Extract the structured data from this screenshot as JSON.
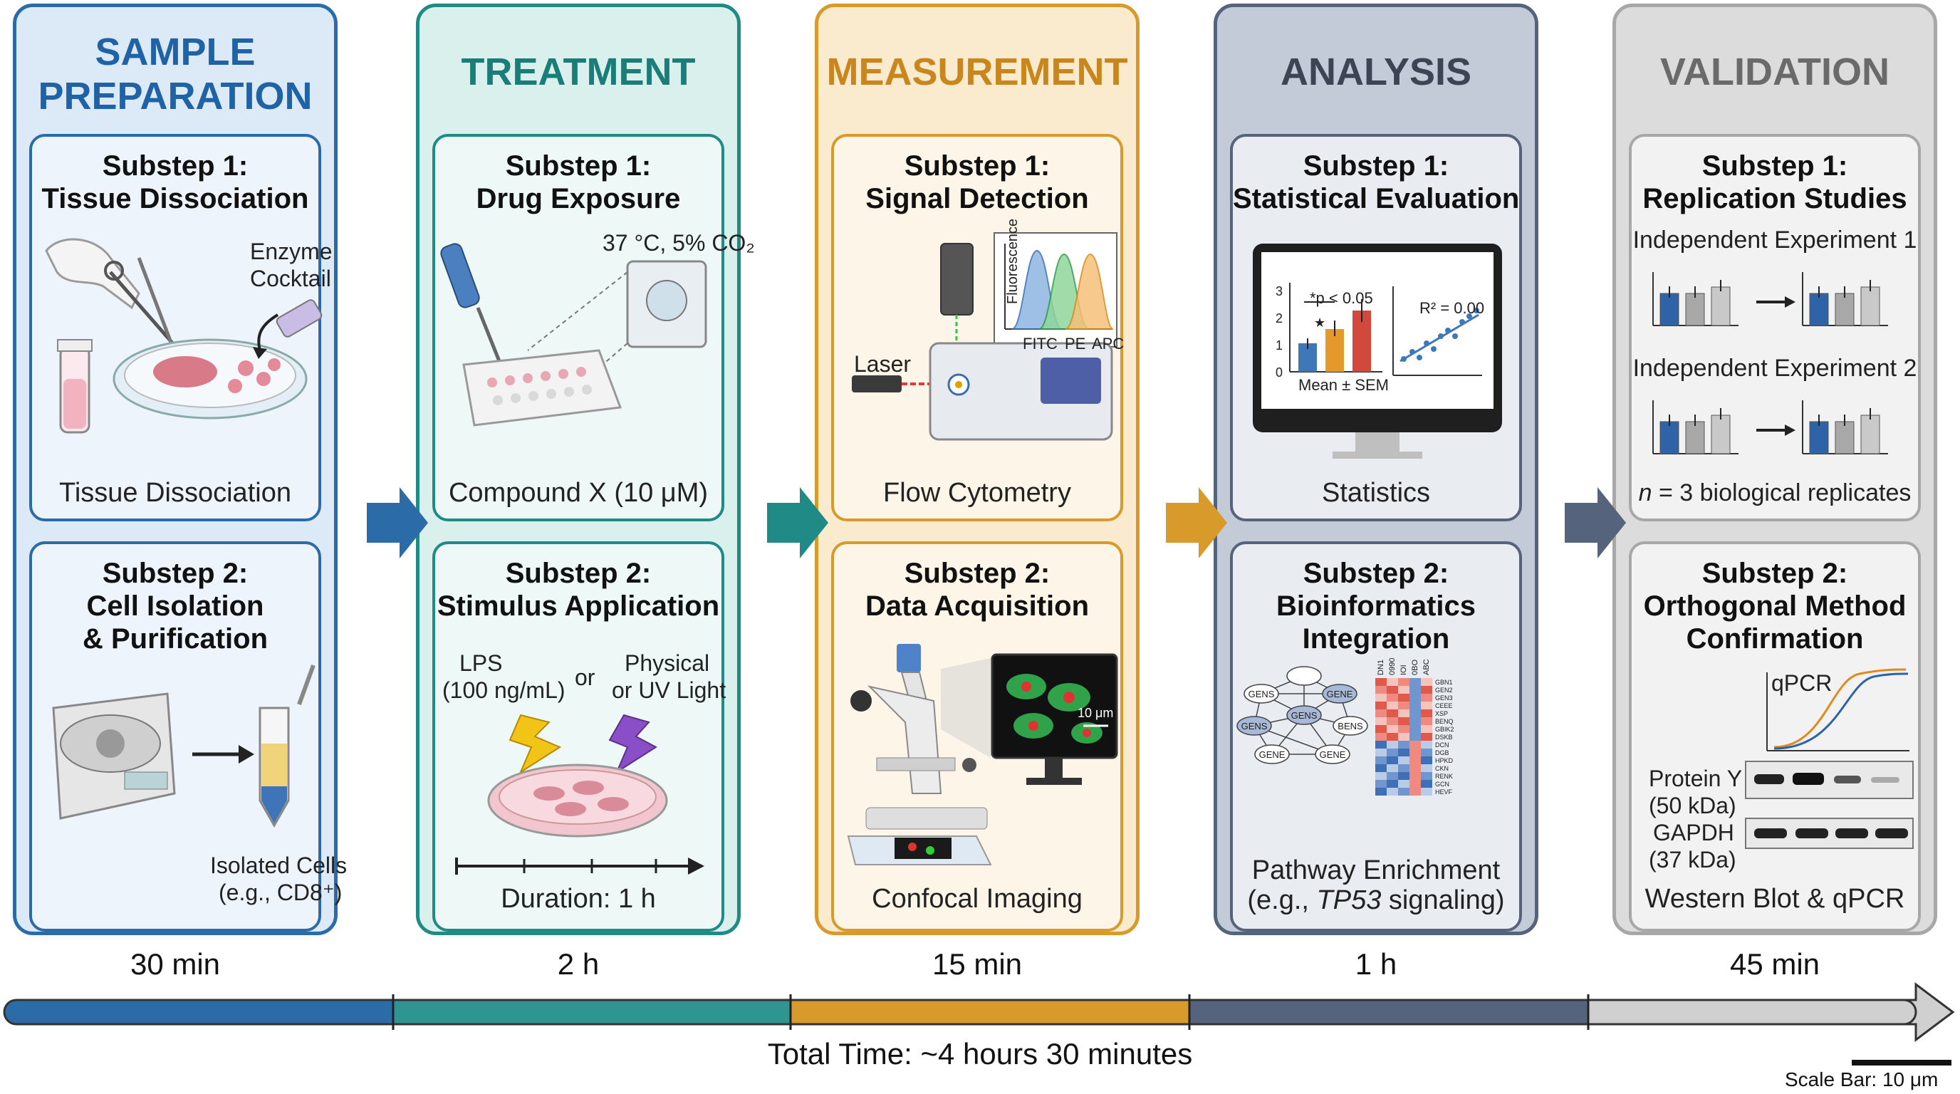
{
  "stages": [
    {
      "title_lines": [
        "SAMPLE",
        "PREPARATION"
      ],
      "duration": "30 min",
      "sub1": {
        "head1": "Substep 1:",
        "head2": "Tissue Dissociation",
        "caption": "Tissue Dissociation",
        "label_a1": "Enzyme",
        "label_a2": "Cocktail"
      },
      "sub2": {
        "head1": "Substep 2:",
        "head2": "Cell Isolation",
        "head3": "& Purification",
        "label_a": "Isolated Cells",
        "label_b": "(e.g., CD8⁺)"
      }
    },
    {
      "title": "TREATMENT",
      "duration": "2 h",
      "sub1": {
        "head1": "Substep 1:",
        "head2": "Drug Exposure",
        "caption": "Compound X (10 μM)",
        "label_a": "37 °C, 5% CO₂"
      },
      "sub2": {
        "head1": "Substep 2:",
        "head2": "Stimulus Application",
        "label_lps1": "LPS",
        "label_lps2": "(100 ng/mL)",
        "label_or": "or",
        "label_phys1": "Physical",
        "label_phys2": "or UV Light",
        "caption": "Duration: 1 h"
      }
    },
    {
      "title": "MEASUREMENT",
      "duration": "15 min",
      "sub1": {
        "head1": "Substep 1:",
        "head2": "Signal Detection",
        "caption": "Flow Cytometry",
        "label_laser": "Laser",
        "axis_label": "Fluorescence",
        "peaks": [
          "FITC",
          "PE",
          "APC"
        ]
      },
      "sub2": {
        "head1": "Substep 2:",
        "head2": "Data Acquisition",
        "caption": "Confocal Imaging",
        "scale": "10 μm"
      }
    },
    {
      "title": "ANALYSIS",
      "duration": "1 h",
      "sub1": {
        "head1": "Substep 1:",
        "head2": "Statistical Evaluation",
        "caption": "Statistics",
        "pval": "*p < 0.05",
        "star": "★",
        "r2": "R² = 0.00",
        "mean": "Mean ± SEM",
        "yticks": [
          "0",
          "1",
          "2",
          "3"
        ]
      },
      "sub2": {
        "head1": "Substep 2:",
        "head2": "Bioinformatics",
        "head3": "Integration",
        "caption1": "Pathway Enrichment",
        "caption2a": "(e.g., ",
        "caption2b": "TP53",
        "caption2c": " signaling)",
        "nodes": [
          "GENS",
          "GENE",
          "GENS",
          "GENS",
          "BENS",
          "GENE",
          "GENE"
        ],
        "heat_cols": [
          "DN1",
          "0990",
          "IOI",
          "0BO",
          "ABC"
        ],
        "heat_rows": [
          "GBN1",
          "GEN2",
          "GEN3",
          "CEEE",
          "XSP",
          "BENQ",
          "GBIK2",
          "DSKB",
          "DCN",
          "DGB",
          "HPKD",
          "CKN",
          "RENK",
          "GCN",
          "HEVF"
        ]
      }
    },
    {
      "title": "VALIDATION",
      "duration": "45 min",
      "sub1": {
        "head1": "Substep 1:",
        "head2": "Replication Studies",
        "exp1": "Independent Experiment 1",
        "exp2": "Independent Experiment 2",
        "caption_n": "n",
        "caption_rest": " = 3 biological replicates"
      },
      "sub2": {
        "head1": "Substep 2:",
        "head2": "Orthogonal Method",
        "head3": "Confirmation",
        "qpcr": "qPCR",
        "prot1": "Protein Y",
        "prot2": "(50 kDa)",
        "gapdh1": "GAPDH",
        "gapdh2": "(37 kDa)",
        "caption": "Western Blot & qPCR"
      }
    }
  ],
  "total_time": "Total Time: ~4 hours 30 minutes",
  "scale_bar": "Scale Bar: 10 μm",
  "colors": {
    "blue": "#2a6ba8",
    "teal": "#1f8a86",
    "orange": "#d89a2b",
    "slate": "#56637c",
    "gray": "#a7a7a7"
  }
}
